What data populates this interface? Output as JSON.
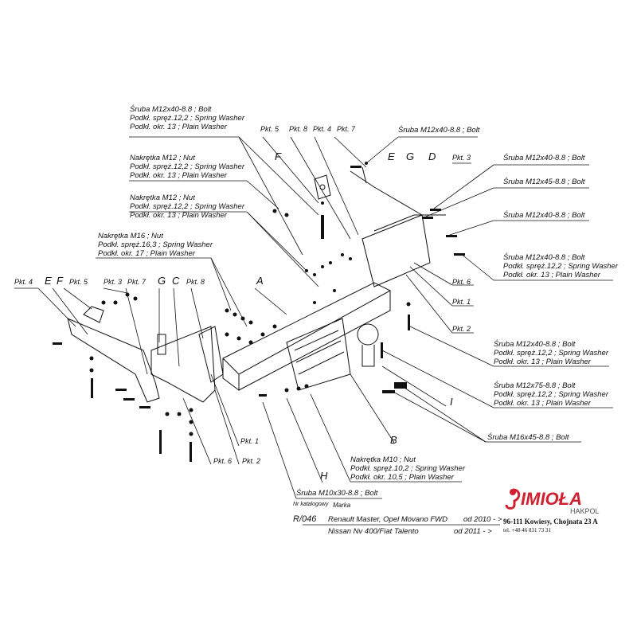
{
  "callouts": {
    "bolt_m12x40_top": [
      "Śruba M12x40-8.8 ;  Bolt",
      "Podkł. spręż.12,2 ; Spring Washer",
      "Podkł. okr. 13 ; Plain Washer"
    ],
    "nut_m12_a": [
      "Nakrętka  M12 ; Nut",
      "Podkł. spręż.12,2 ; Spring Washer",
      "Podkł. okr. 13 ; Plain Washer"
    ],
    "nut_m12_b": [
      "Nakrętka  M12 ; Nut",
      "Podkł. spręż.12,2 ; Spring Washer",
      "Podkł. okr. 13 ; Plain Washer"
    ],
    "nut_m16": [
      "Nakrętka  M16 ; Nut",
      "Podkł. spręż.16,3 ; Spring Washer",
      "Podkł. okr. 17 ; Plain Washer"
    ],
    "bolt_m12x40_top2": [
      "Śruba M12x40-8.8 ;  Bolt"
    ],
    "bolt_m12x40_r1": [
      "Śruba M12x40-8.8 ;  Bolt"
    ],
    "bolt_m12x45_r": [
      "Śruba M12x45-8.8 ;  Bolt"
    ],
    "bolt_m12x40_r2": [
      "Śruba M12x40-8.8 ;  Bolt"
    ],
    "bolt_m12x40_r3": [
      "Śruba M12x40-8.8 ;  Bolt",
      "Podkł. spręż.12,2 ; Spring Washer",
      "Podkł. okr. 13 ; Plain Washer"
    ],
    "bolt_m12x40_r4": [
      "Śruba M12x40-8.8 ;  Bolt",
      "Podkł. spręż.12,2 ; Spring Washer",
      "Podkł. okr. 13 ; Plain Washer"
    ],
    "bolt_m12x75": [
      "Śruba M12x75-8.8 ;  Bolt",
      "Podkł. spręż.12,2 ; Spring Washer",
      "Podkł. okr. 13 ; Plain Washer"
    ],
    "bolt_m16x45": [
      "Śruba M16x45-8.8 ;  Bolt"
    ],
    "nut_m10": [
      "Nakrętka  M10 ; Nut",
      "Podkł. spręż.10,2 ; Spring Washer",
      "Podkł. okr. 10,5 ; Plain Washer"
    ],
    "bolt_m10x30": [
      "Śruba M10x30-8.8 ;  Bolt"
    ]
  },
  "letters": {
    "A": "A",
    "B": "B",
    "C": "C",
    "D": "D",
    "E": "E",
    "F": "F",
    "G": "G",
    "H": "H",
    "I": "I"
  },
  "pkt": {
    "p1": "Pkt. 1",
    "p2": "Pkt. 2",
    "p3": "Pkt. 3",
    "p4": "Pkt. 4",
    "p5": "Pkt. 5",
    "p6": "Pkt. 6",
    "p7": "Pkt. 7",
    "p8": "Pkt. 8"
  },
  "catalog": {
    "nr_label": "Nr katalogowy",
    "marka_label": "Marka",
    "code": "R/046",
    "model1": "Renault Master, Opel Movano FWD",
    "date1": "od 2010 - >",
    "model2": "Nissan Nv 400/Fiat Talento",
    "date2": "od 2011 - >"
  },
  "brand": {
    "name": "IMIOŁA",
    "sub": "HAKPOL",
    "address": "96-111 Kowiesy, Chojnata 23 A",
    "phone": "tel. +48 46 831 73 31",
    "color": "#d02030"
  }
}
